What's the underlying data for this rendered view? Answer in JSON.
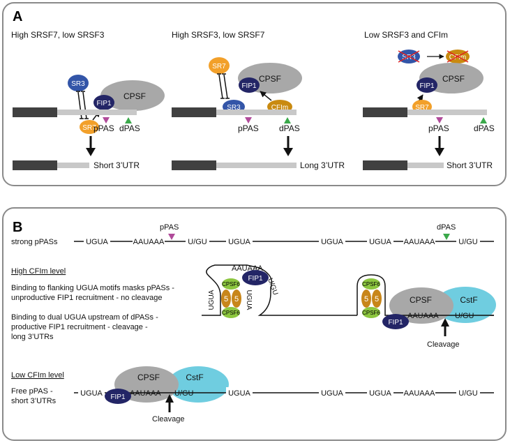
{
  "panelA": {
    "letter": "A",
    "scenarios": [
      {
        "title": "High SRSF7, low SRSF3",
        "outcome": "Short 3’UTR"
      },
      {
        "title": "High SRSF3, low SRSF7",
        "outcome": "Long 3’UTR"
      },
      {
        "title": "Low SRSF3 and CFIm",
        "outcome": "Short 3’UTR"
      }
    ],
    "labels": {
      "cpsf": "CPSF",
      "fip1": "FIP1",
      "sr3": "SR3",
      "sr7": "SR7",
      "cfim": "CFIm",
      "ppas": "pPAS",
      "dpas": "dPAS"
    }
  },
  "panelB": {
    "letter": "B",
    "strong_label": "strong pPASs",
    "ppas": "pPAS",
    "dpas": "dPAS",
    "motifs": {
      "ugua": "UGUA",
      "auaaa": "AAUAAA",
      "ugu": "U/GU"
    },
    "high_title": "High CFIm level",
    "high_text1": [
      "Binding to flanking UGUA motifs masks pPASs -",
      "unproductive FIP1 recruitment - no cleavage"
    ],
    "high_text2": [
      "Binding to dual UGUA upstream of dPASs -",
      "productive FIP1 recruitment - cleavage -",
      "long 3’UTRs"
    ],
    "low_title": "Low CFIm level",
    "low_text": [
      "Free pPAS -",
      "short 3’UTRs"
    ],
    "cpsf6": "CPSF6",
    "five": "5",
    "cpsf": "CPSF",
    "cstf": "CstF",
    "fip1": "FIP1",
    "cleavage": "Cleavage"
  },
  "colors": {
    "sr3_blue": "#3355a8",
    "sr7_orange": "#f2a02a",
    "cfim_gold": "#c98a10",
    "fip1_navy": "#232566",
    "cpsf_gray": "#a8a8a8",
    "cstf_cyan": "#6fcde0",
    "cpsf6_green": "#8cc63f",
    "nudt21_gold": "#c8861a",
    "ppas_magenta": "#b04a9a",
    "dpas_green": "#3aa84a",
    "exon_dark": "#404040",
    "utr_gray": "#c8c8c8"
  }
}
